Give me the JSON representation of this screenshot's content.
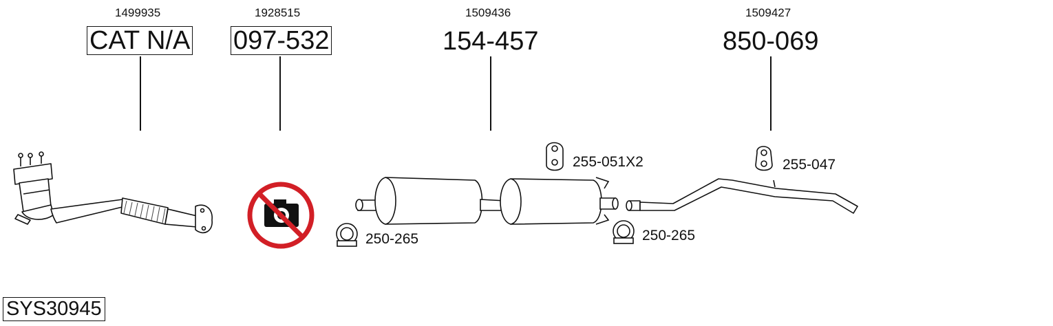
{
  "parts": [
    {
      "id": "p1",
      "code": "1499935",
      "label": "CAT N/A"
    },
    {
      "id": "p2",
      "code": "1928515",
      "label": "097-532"
    },
    {
      "id": "p3",
      "code": "1509436",
      "label": "154-457"
    },
    {
      "id": "p4",
      "code": "1509427",
      "label": "850-069"
    }
  ],
  "fittings": [
    {
      "id": "f1",
      "label": "255-051X2"
    },
    {
      "id": "f2",
      "label": "255-047"
    },
    {
      "id": "f3",
      "label": "250-265"
    },
    {
      "id": "f4",
      "label": "250-265"
    }
  ],
  "system_code": "SYS30945",
  "colors": {
    "line": "#111111",
    "no_photo": "#d21f26",
    "fill": "#ffffff",
    "hatch": "#444444"
  },
  "icons": {
    "no_photo": "no-photo-icon"
  }
}
